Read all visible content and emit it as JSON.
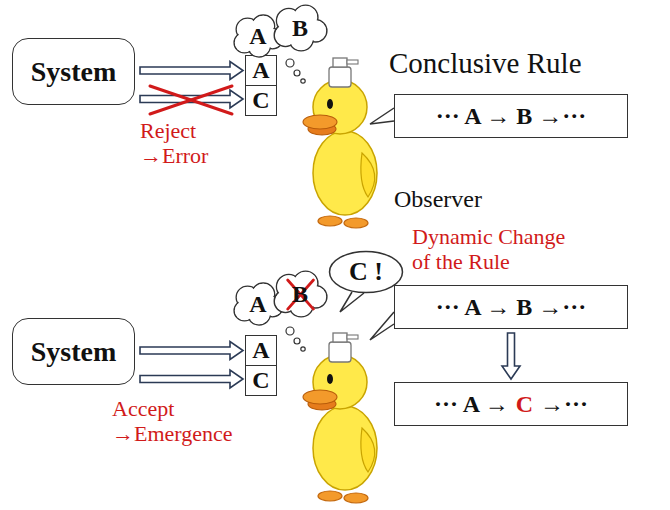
{
  "diagram": {
    "nodes": [
      {
        "text": [
          "System"
        ]
      },
      {
        "text": [
          "A"
        ]
      },
      {
        "text": [
          "C"
        ]
      },
      {
        "text": [
          "A"
        ]
      },
      {
        "text": [
          "B"
        ]
      },
      {
        "text": [
          "Conclusive Rule",
          "··· A → B →···"
        ]
      },
      {
        "text": [
          "System"
        ]
      },
      {
        "text": [
          "A"
        ]
      },
      {
        "text": [
          "C"
        ]
      },
      {
        "text": [
          "A"
        ]
      },
      {
        "text": [
          "B"
        ]
      },
      {
        "text": [
          "C !"
        ]
      },
      {
        "text": [
          "··· A → B →···"
        ]
      },
      {
        "text": [
          "··· A →",
          "C",
          "→···"
        ]
      }
    ],
    "edges": [
      {
        "from": 0,
        "to": 1,
        "arrow": "to"
      },
      {
        "from": 0,
        "to": 2,
        "arrow": "to"
      },
      {
        "from": 6,
        "to": 7,
        "arrow": "to"
      },
      {
        "from": 6,
        "to": 8,
        "arrow": "to"
      },
      {
        "from": 12,
        "to": 13,
        "arrow": "to"
      }
    ],
    "labels": [
      "Reject →Error",
      "Observer",
      "Accept →Emergence",
      "Dynamic Change of the Rule"
    ]
  }
}
